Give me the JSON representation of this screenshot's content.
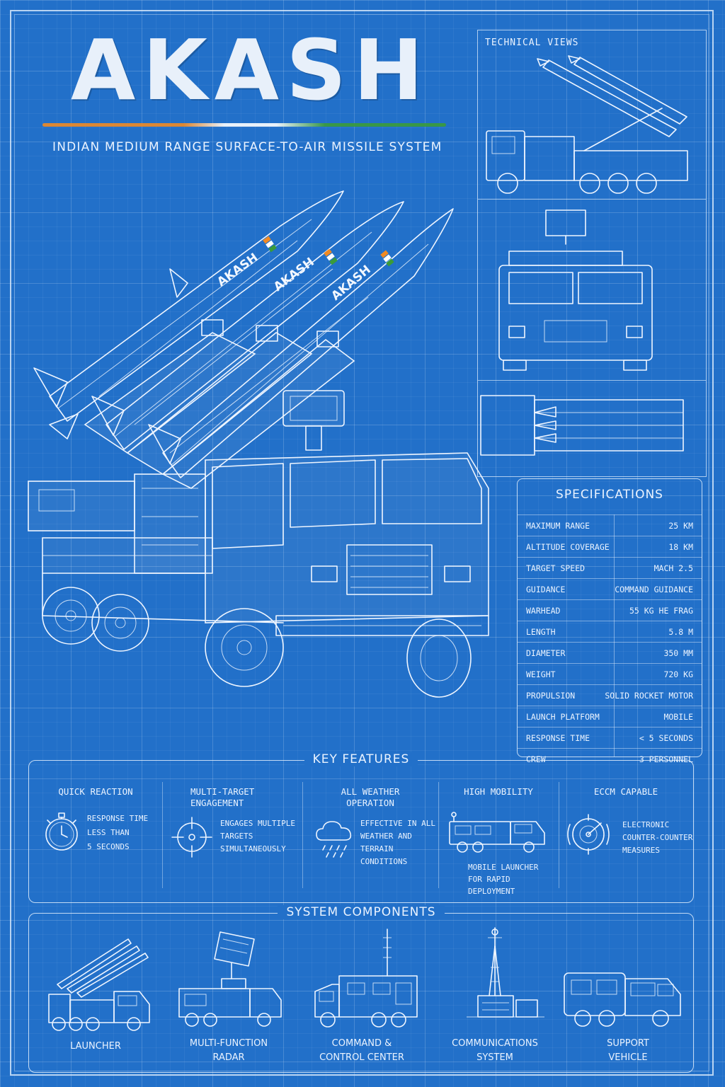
{
  "header": {
    "title": "AKASH",
    "subtitle": "INDIAN MEDIUM RANGE SURFACE-TO-AIR MISSILE SYSTEM"
  },
  "colors": {
    "background": "#2270c9",
    "line": "#eef5ff",
    "saffron": "#f08a24",
    "green": "#3a9b3a"
  },
  "main_illustration": {
    "missile_label": "AKASH"
  },
  "technical_views": {
    "title": "TECHNICAL VIEWS"
  },
  "specifications": {
    "title": "SPECIFICATIONS",
    "rows": [
      {
        "label": "MAXIMUM RANGE",
        "value": "25 KM"
      },
      {
        "label": "ALTITUDE COVERAGE",
        "value": "18 KM"
      },
      {
        "label": "TARGET SPEED",
        "value": "MACH 2.5"
      },
      {
        "label": "GUIDANCE",
        "value": "COMMAND GUIDANCE"
      },
      {
        "label": "WARHEAD",
        "value": "55 KG HE FRAG"
      },
      {
        "label": "LENGTH",
        "value": "5.8 M"
      },
      {
        "label": "DIAMETER",
        "value": "350 MM"
      },
      {
        "label": "WEIGHT",
        "value": "720 KG"
      },
      {
        "label": "PROPULSION",
        "value": "SOLID ROCKET MOTOR"
      },
      {
        "label": "LAUNCH PLATFORM",
        "value": "MOBILE"
      },
      {
        "label": "RESPONSE TIME",
        "value": "< 5 SECONDS"
      },
      {
        "label": "CREW",
        "value": "3 PERSONNEL"
      }
    ]
  },
  "key_features": {
    "title": "KEY FEATURES",
    "items": [
      {
        "title_lines": [
          "QUICK REACTION"
        ],
        "icon": "stopwatch-icon",
        "desc_lines": [
          "RESPONSE TIME",
          "LESS THAN",
          "5 SECONDS"
        ]
      },
      {
        "title_lines": [
          "MULTI-TARGET",
          "ENGAGEMENT"
        ],
        "icon": "crosshair-icon",
        "desc_lines": [
          "ENGAGES MULTIPLE",
          "TARGETS",
          "SIMULTANEOUSLY"
        ]
      },
      {
        "title_lines": [
          "ALL WEATHER",
          "OPERATION"
        ],
        "icon": "rain-cloud-icon",
        "desc_lines": [
          "EFFECTIVE IN ALL",
          "WEATHER AND",
          "TERRAIN CONDITIONS"
        ]
      },
      {
        "title_lines": [
          "HIGH MOBILITY"
        ],
        "icon": "truck-icon",
        "desc_lines": [
          "MOBILE LAUNCHER",
          "FOR RAPID",
          "DEPLOYMENT"
        ]
      },
      {
        "title_lines": [
          "ECCM CAPABLE"
        ],
        "icon": "radar-signal-icon",
        "desc_lines": [
          "ELECTRONIC",
          "COUNTER-COUNTER",
          "MEASURES"
        ]
      }
    ]
  },
  "system_components": {
    "title": "SYSTEM COMPONENTS",
    "items": [
      {
        "label_lines": [
          "LAUNCHER"
        ],
        "icon": "launcher-icon"
      },
      {
        "label_lines": [
          "MULTI-FUNCTION",
          "RADAR"
        ],
        "icon": "radar-truck-icon"
      },
      {
        "label_lines": [
          "COMMAND &",
          "CONTROL CENTER"
        ],
        "icon": "command-truck-icon"
      },
      {
        "label_lines": [
          "COMMUNICATIONS",
          "SYSTEM"
        ],
        "icon": "comms-tower-icon"
      },
      {
        "label_lines": [
          "SUPPORT",
          "VEHICLE"
        ],
        "icon": "support-truck-icon"
      }
    ]
  }
}
